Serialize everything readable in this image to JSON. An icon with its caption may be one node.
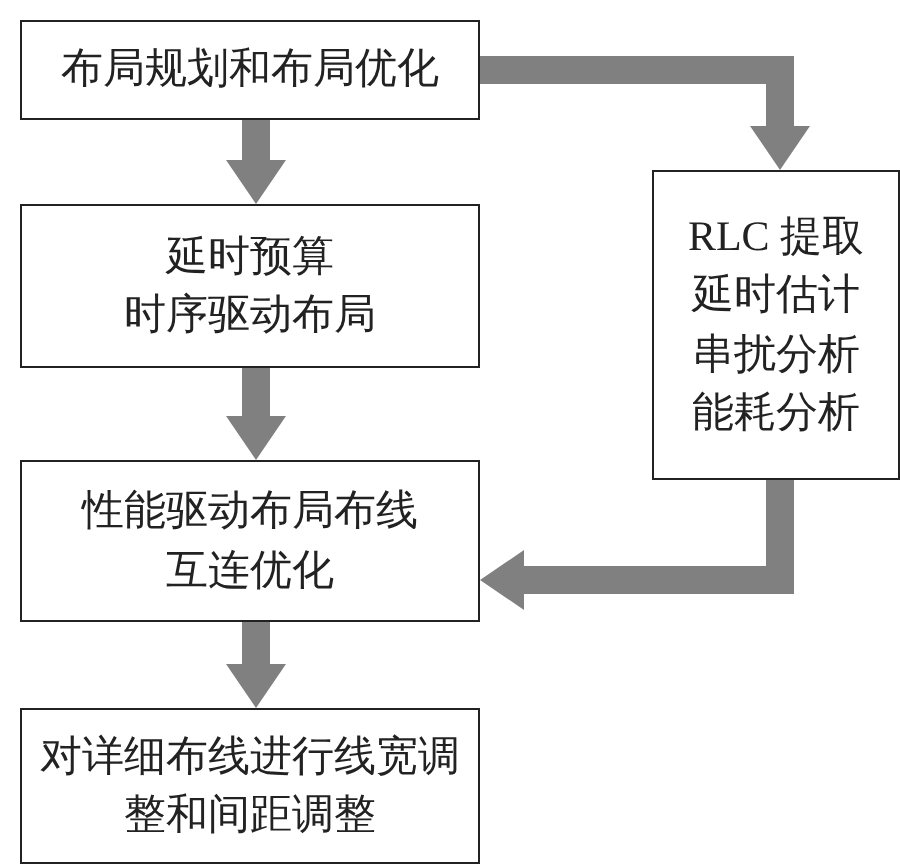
{
  "diagram": {
    "nodes": [
      {
        "text": [
          "布局规划和布局优化"
        ]
      },
      {
        "text": [
          "延时预算",
          "时序驱动布局"
        ]
      },
      {
        "text": [
          "性能驱动布局布线",
          "互连优化"
        ]
      },
      {
        "text": [
          "对详细布线进行线宽调整和间距调整"
        ]
      },
      {
        "text": [
          "RLC 提取",
          "延时估计",
          "串扰分析",
          "能耗分析"
        ]
      }
    ],
    "edges": [
      {
        "from": 0,
        "to": 1,
        "arrow": "to"
      },
      {
        "from": 0,
        "to": 4,
        "arrow": "to"
      },
      {
        "from": 1,
        "to": 2,
        "arrow": "to"
      },
      {
        "from": 4,
        "to": 2,
        "arrow": "to"
      },
      {
        "from": 2,
        "to": 3,
        "arrow": "to"
      }
    ]
  }
}
